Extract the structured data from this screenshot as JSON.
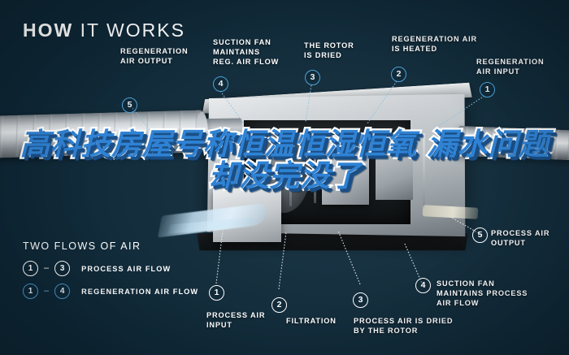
{
  "title": {
    "strong": "HOW",
    "light": " IT WORKS"
  },
  "headline": "高科技房屋号称恒温恒湿恒氧 漏水问题却没完没了",
  "colors": {
    "background": "#0d2634",
    "accent_blue": "#4ea3d8",
    "headline_fill": "#2f82d4",
    "headline_stroke": "#ffffff",
    "text": "#ffffff"
  },
  "callouts": [
    {
      "id": "regeneration-air-output",
      "number": "5",
      "label": "REGENERATION\nAIR OUTPUT",
      "style": "blue"
    },
    {
      "id": "suction-fan-reg",
      "number": "4",
      "label": "SUCTION FAN\nMAINTAINS\nREG. AIR FLOW",
      "style": "blue"
    },
    {
      "id": "rotor-is-dried",
      "number": "3",
      "label": "THE ROTOR\nIS DRIED",
      "style": "blue"
    },
    {
      "id": "regeneration-air-heated",
      "number": "2",
      "label": "REGENERATION AIR\nIS HEATED",
      "style": "blue"
    },
    {
      "id": "regeneration-air-input",
      "number": "1",
      "label": "REGENERATION\nAIR INPUT",
      "style": "blue"
    },
    {
      "id": "process-air-output",
      "number": "5",
      "label": "PROCESS AIR\nOUTPUT",
      "style": "white"
    },
    {
      "id": "suction-fan-process",
      "number": "4",
      "label": "SUCTION FAN\nMAINTAINS PROCESS\nAIR FLOW",
      "style": "white"
    },
    {
      "id": "process-air-dried",
      "number": "3",
      "label": "PROCESS AIR IS DRIED\nBY THE ROTOR",
      "style": "white"
    },
    {
      "id": "filtration",
      "number": "2",
      "label": "FILTRATION",
      "style": "white"
    },
    {
      "id": "process-air-input",
      "number": "1",
      "label": "PROCESS AIR\nINPUT",
      "style": "white"
    }
  ],
  "legend": {
    "title": "TWO FLOWS OF AIR",
    "rows": [
      {
        "from": "1",
        "to": "3",
        "dash": "–",
        "label": "PROCESS AIR FLOW",
        "style": "white"
      },
      {
        "from": "1",
        "to": "4",
        "dash": "–",
        "label": "REGENERATION AIR FLOW",
        "style": "blue"
      }
    ]
  }
}
